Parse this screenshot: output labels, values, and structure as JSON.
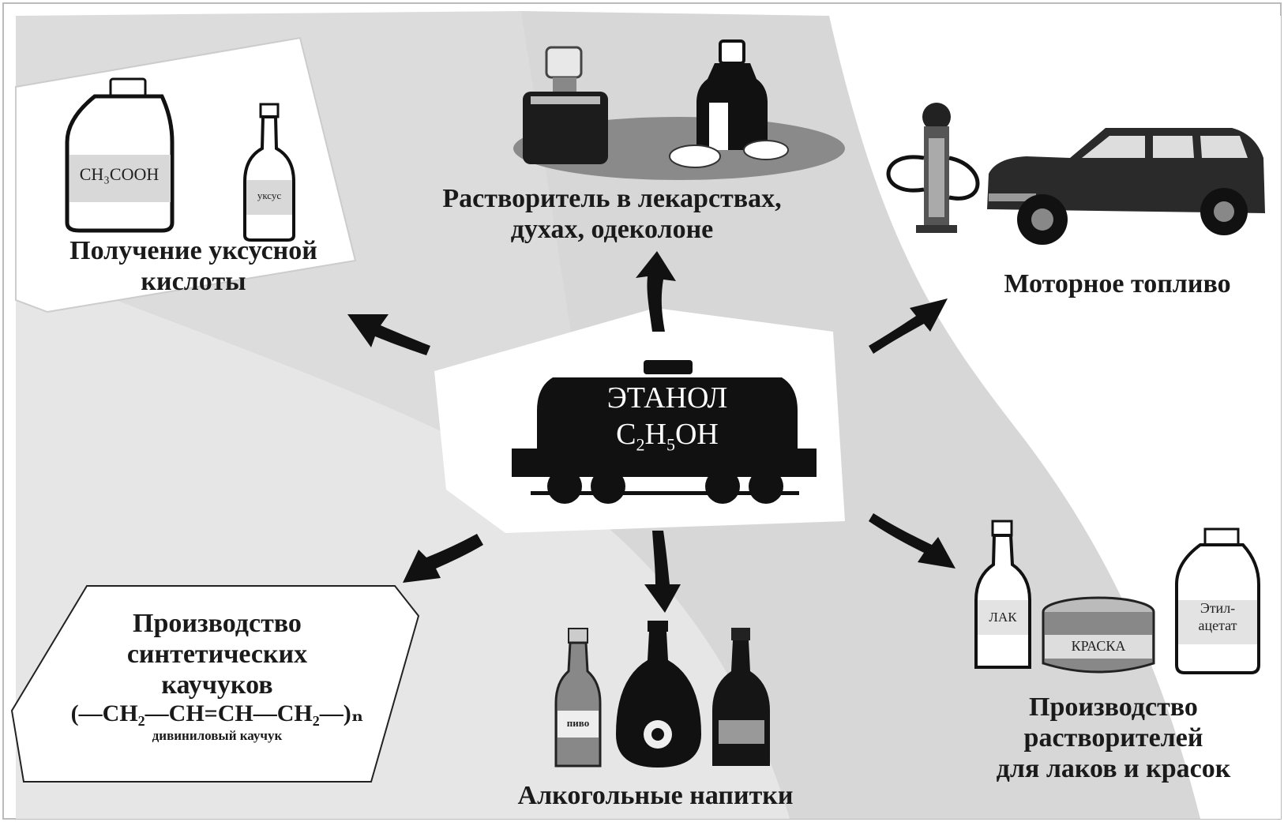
{
  "center": {
    "name": "ЭТАНОЛ",
    "formula_base": "C",
    "formula_sub1": "2",
    "formula_mid": "H",
    "formula_sub2": "5",
    "formula_end": "OH"
  },
  "nodes": {
    "acetic": {
      "line1": "Получение уксусной",
      "line2": "кислоты",
      "bottle1": "CH₃COOH",
      "bottle2": "уксус"
    },
    "solvent_med": {
      "line1": "Растворитель в лекарствах,",
      "line2": "духах, одеколоне"
    },
    "fuel": {
      "line1": "Моторное топливо"
    },
    "rubber": {
      "line1": "Производство",
      "line2": "синтетических",
      "line3": "каучуков",
      "formula": "(—CH₂—CH=CH—CH₂—)ₙ",
      "caption": "дивиниловый каучук"
    },
    "drinks": {
      "line1": "Алкогольные напитки",
      "bottle_label": "пиво"
    },
    "solvents": {
      "line1": "Производство",
      "line2": "растворителей",
      "line3": "для лаков и красок",
      "bottle1": "ЛАК",
      "can": "КРАСКА",
      "bottle2a": "Этил-",
      "bottle2b": "ацетат"
    }
  }
}
